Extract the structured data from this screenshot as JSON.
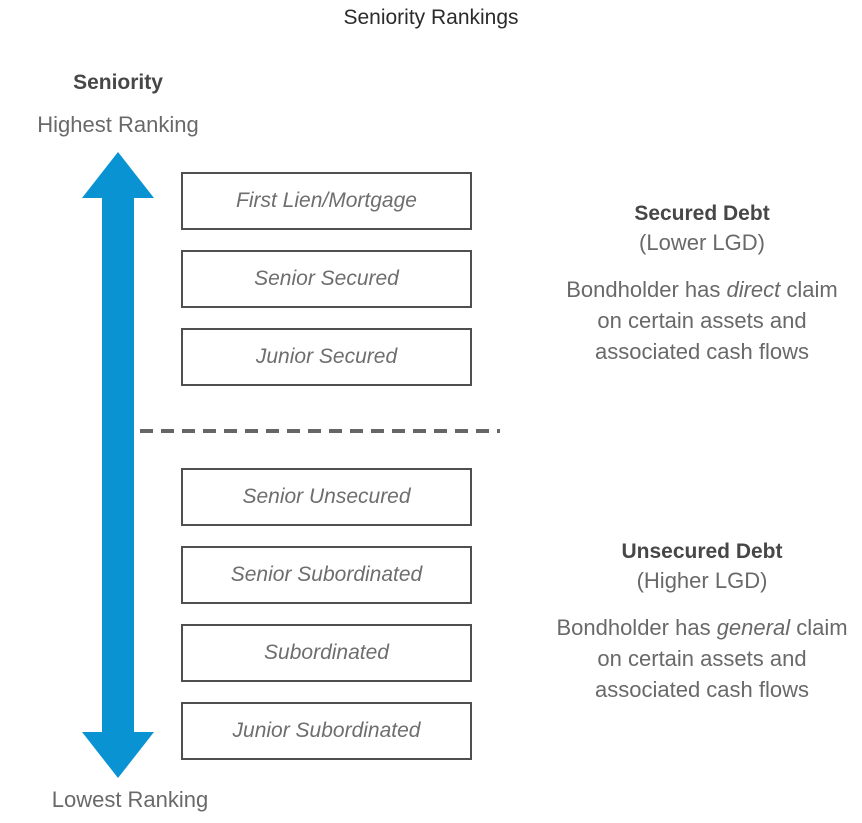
{
  "title": "Seniority Rankings",
  "axis": {
    "label": "Seniority",
    "top": "Highest Ranking",
    "bottom": "Lowest Ranking"
  },
  "boxes": {
    "secured": [
      "First Lien/Mortgage",
      "Senior Secured",
      "Junior Secured"
    ],
    "unsecured": [
      "Senior Unsecured",
      "Senior Subordinated",
      "Subordinated",
      "Junior Subordinated"
    ]
  },
  "annotations": {
    "secured": {
      "heading": "Secured Debt",
      "subheading": "(Lower LGD)",
      "body_prefix": "Bondholder has ",
      "body_italic": "direct",
      "body_suffix": " claim on certain assets and associated cash flows"
    },
    "unsecured": {
      "heading": "Unsecured Debt",
      "subheading": "(Higher LGD)",
      "body_prefix": "Bondholder has ",
      "body_italic": "general",
      "body_suffix": " claim on certain assets and associated cash flows"
    }
  },
  "colors": {
    "arrow": "#0a93d3",
    "divider": "#666666",
    "box_border": "#4f4f4f",
    "box_text": "#6e6e6e",
    "heading_text": "#474747",
    "body_text": "#696969",
    "title_text": "#2b2b2b"
  }
}
